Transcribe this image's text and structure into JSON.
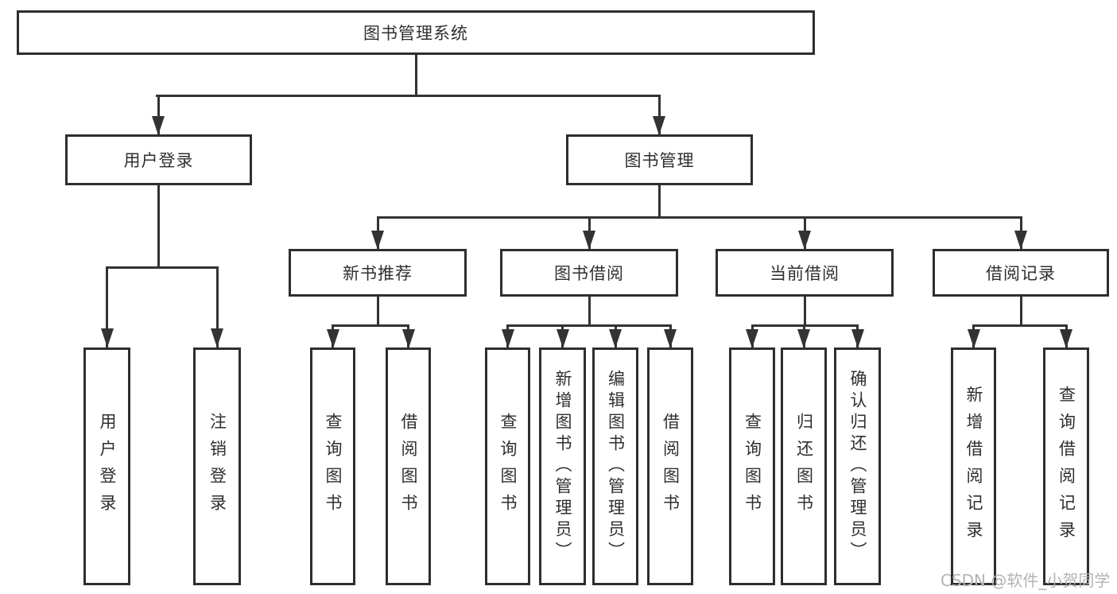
{
  "diagram_title": "图书管理系统",
  "colors": {
    "line": "#333333",
    "box_border": "#2e2e2e",
    "text": "#2f2f2f",
    "background": "#ffffff",
    "watermark_text_color": "#b5b2b2"
  },
  "tree": {
    "label": "图书管理系统",
    "children": [
      {
        "label": "用户登录",
        "children": [
          {
            "label": "用户登录"
          },
          {
            "label": "注销登录"
          }
        ]
      },
      {
        "label": "图书管理",
        "children": [
          {
            "label": "新书推荐",
            "children": [
              {
                "label": "查询图书"
              },
              {
                "label": "借阅图书"
              }
            ]
          },
          {
            "label": "图书借阅",
            "children": [
              {
                "label": "查询图书"
              },
              {
                "label": "新增图书（管理员）"
              },
              {
                "label": "编辑图书（管理员）"
              },
              {
                "label": "借阅图书"
              }
            ]
          },
          {
            "label": "当前借阅",
            "children": [
              {
                "label": "查询图书"
              },
              {
                "label": "归还图书"
              },
              {
                "label": "确认归还（管理员）"
              }
            ]
          },
          {
            "label": "借阅记录",
            "children": [
              {
                "label": "新增借阅记录"
              },
              {
                "label": "查询借阅记录"
              }
            ]
          }
        ]
      }
    ]
  },
  "watermark": "CSDN @软件_小贺同学"
}
